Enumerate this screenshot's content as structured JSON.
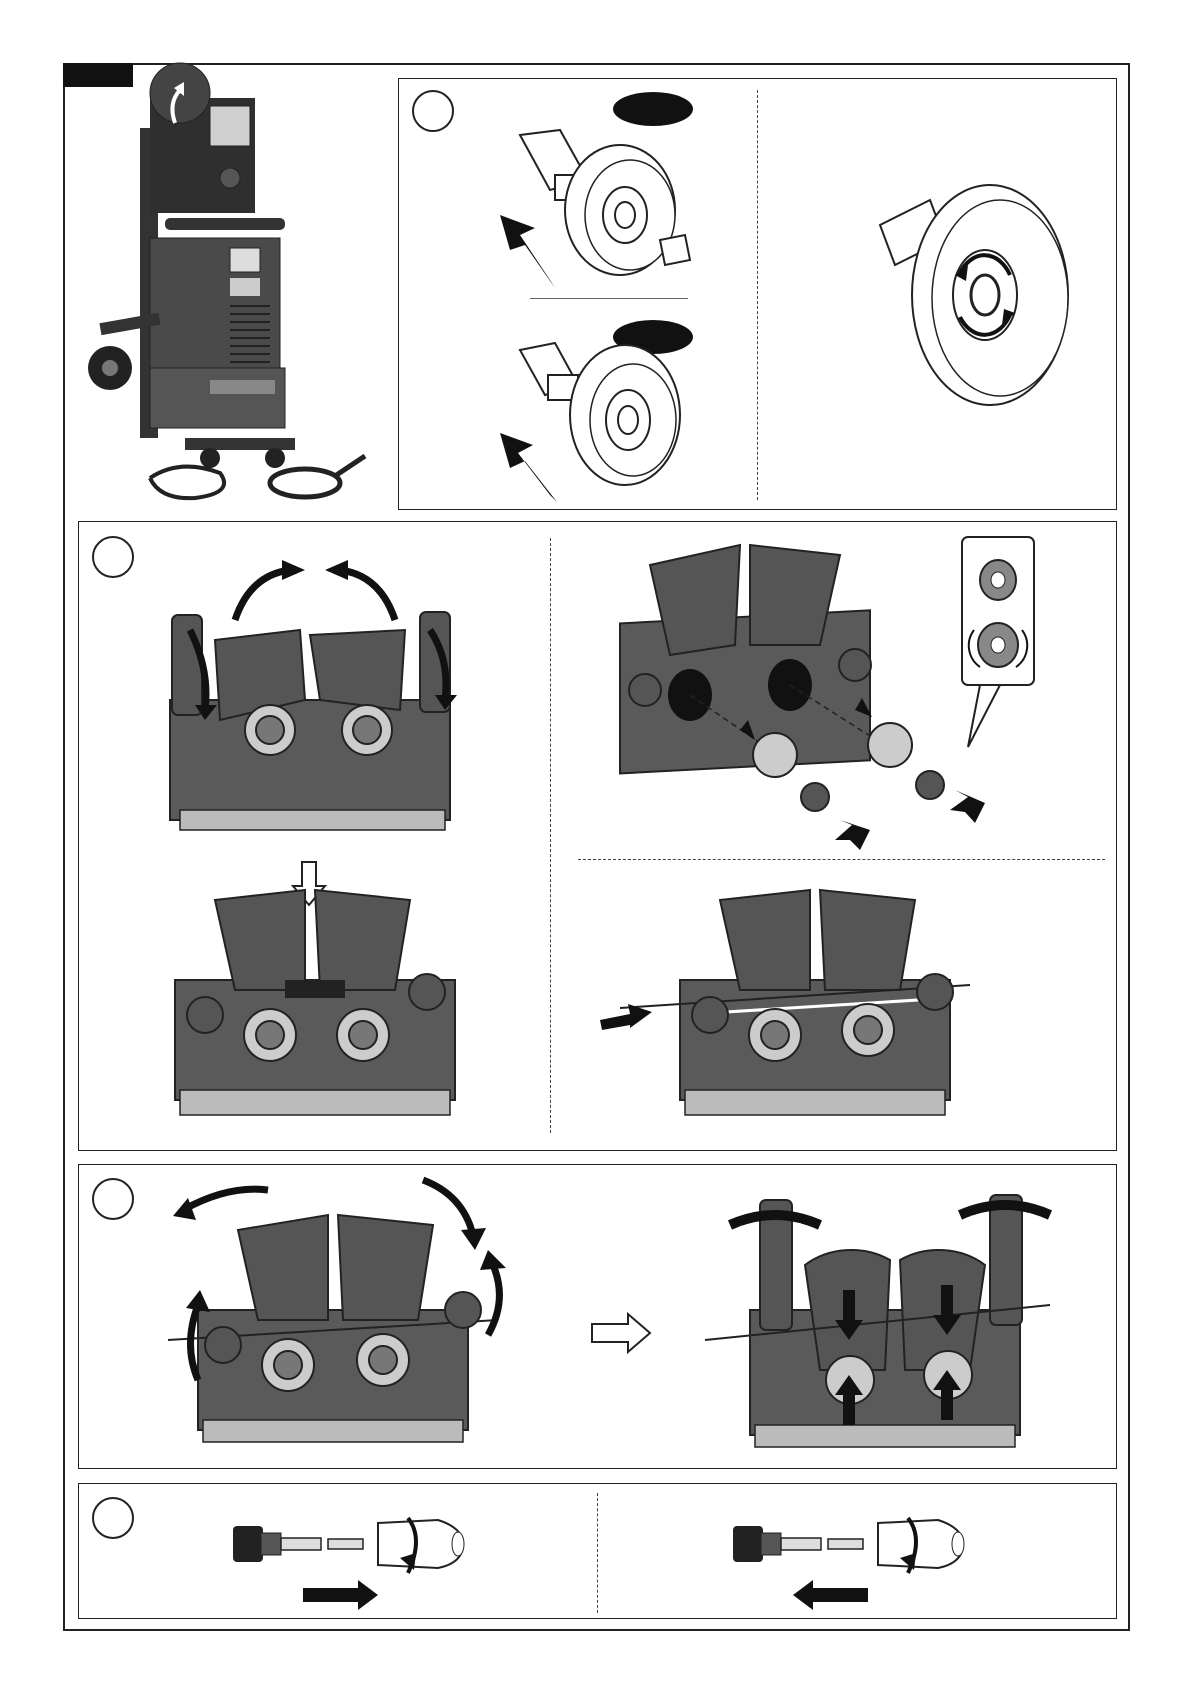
{
  "page": {
    "sections": [
      {
        "id": "spool",
        "step_label": ""
      },
      {
        "id": "rollers",
        "step_label": ""
      },
      {
        "id": "pressure",
        "step_label": ""
      },
      {
        "id": "liner",
        "step_label": ""
      }
    ],
    "spool_badges": [
      "",
      ""
    ]
  },
  "icons": [
    "machine-illustration",
    "spool-mounting",
    "wire-feeder",
    "roller-swap",
    "pressure-adjust",
    "contact-tip"
  ],
  "colors": {
    "ink": "#111111",
    "frame": "#222222",
    "housing": "#5a5a5a",
    "metal": "#b8b8b8"
  }
}
